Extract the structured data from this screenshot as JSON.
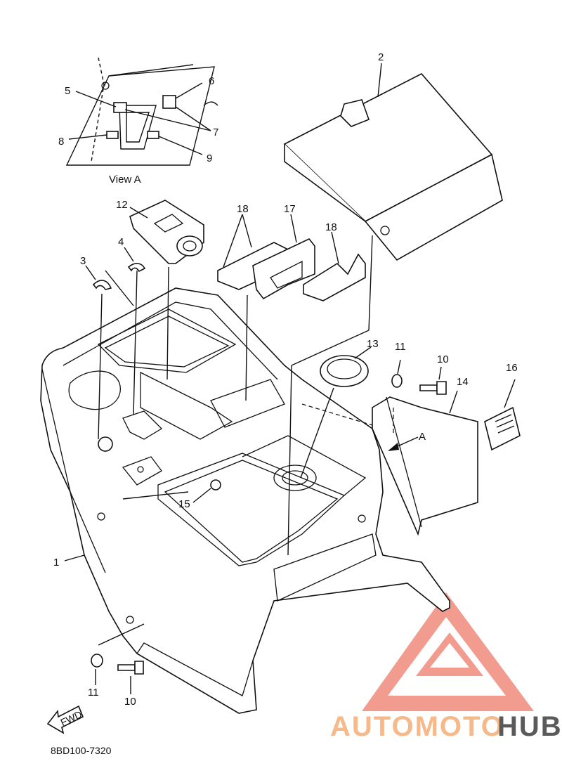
{
  "diagram": {
    "view_caption": "View A",
    "part_code": "8BD100-7320",
    "fwd_label": "FWD",
    "arrow_label": "A",
    "callouts": {
      "c1": "1",
      "c2": "2",
      "c3": "3",
      "c4": "4",
      "c5": "5",
      "c6": "6",
      "c7": "7",
      "c8": "8",
      "c9": "9",
      "c10a": "10",
      "c10b": "10",
      "c11a": "11",
      "c11b": "11",
      "c12": "12",
      "c13": "13",
      "c14": "14",
      "c15": "15",
      "c16": "16",
      "c17": "17",
      "c18a": "18",
      "c18b": "18"
    }
  },
  "watermark": {
    "part1": "AUTOMOTO",
    "part2": "HUB",
    "color_primary": "#f08a7c",
    "color_secondary": "#f5c38a",
    "color_dark": "#5a5a5a"
  }
}
